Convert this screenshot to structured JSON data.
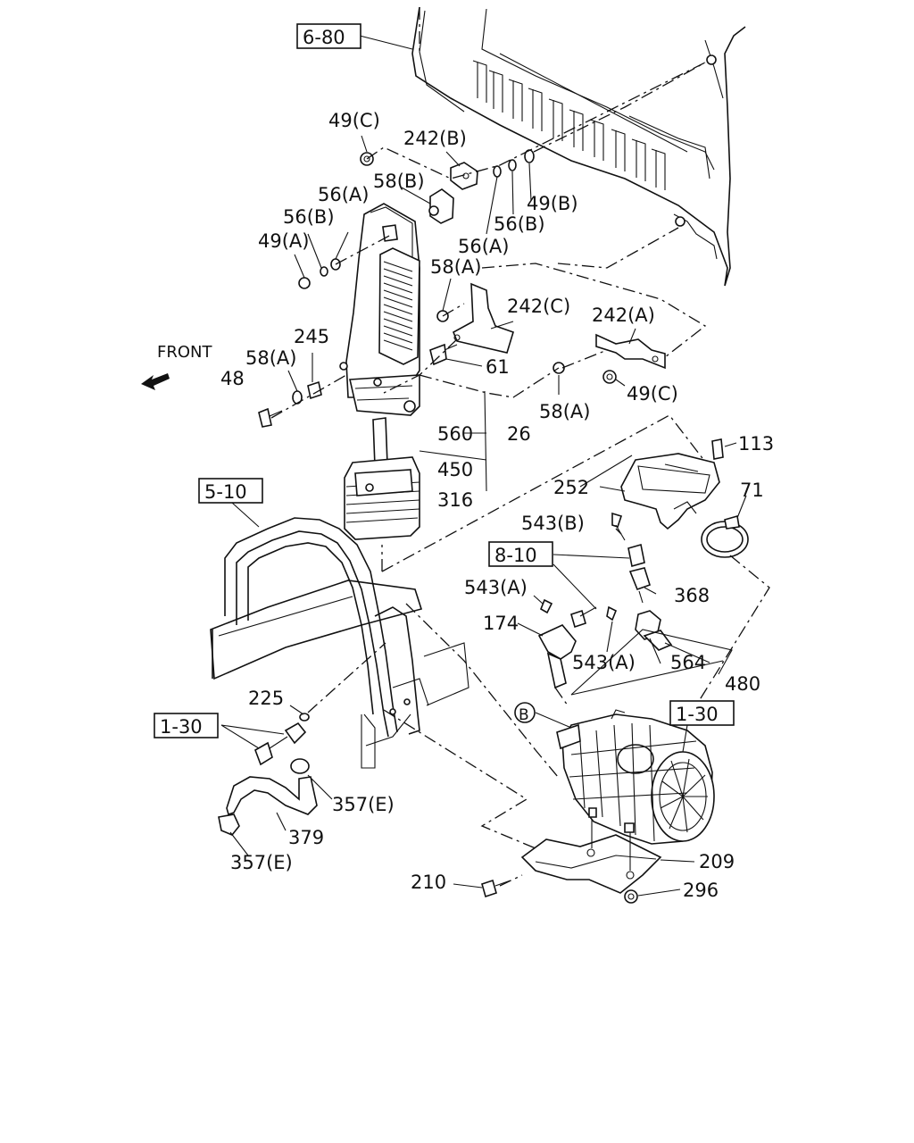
{
  "labels": {
    "ref_6_80": "6-80",
    "ref_5_10": "5-10",
    "ref_8_10": "8-10",
    "ref_1_30_left": "1-30",
    "ref_1_30_right": "1-30",
    "p49c_top": "49(C)",
    "p242b": "242(B)",
    "p56a_top": "56(A)",
    "p58b": "58(B)",
    "p56b_left": "56(B)",
    "p49a": "49(A)",
    "p49b": "49(B)",
    "p56b_right": "56(B)",
    "p56a_right": "56(A)",
    "p58a_mid": "58(A)",
    "p242c": "242(C)",
    "p242a": "242(A)",
    "front": "FRONT",
    "p245": "245",
    "p58a_left": "58(A)",
    "p48": "48",
    "p61": "61",
    "p58a_bottom": "58(A)",
    "p49c_bottom": "49(C)",
    "p560": "560",
    "p26": "26",
    "p450": "450",
    "p316": "316",
    "p113": "113",
    "p71": "71",
    "p252": "252",
    "p543b": "543(B)",
    "p368": "368",
    "p543a_left": "543(A)",
    "p174": "174",
    "p543a_right": "543(A)",
    "p564": "564",
    "p480": "480",
    "p225": "225",
    "pB": "B",
    "p357e_right": "357(E)",
    "p379": "379",
    "p357e_left": "357(E)",
    "p209": "209",
    "p210": "210",
    "p296": "296"
  }
}
